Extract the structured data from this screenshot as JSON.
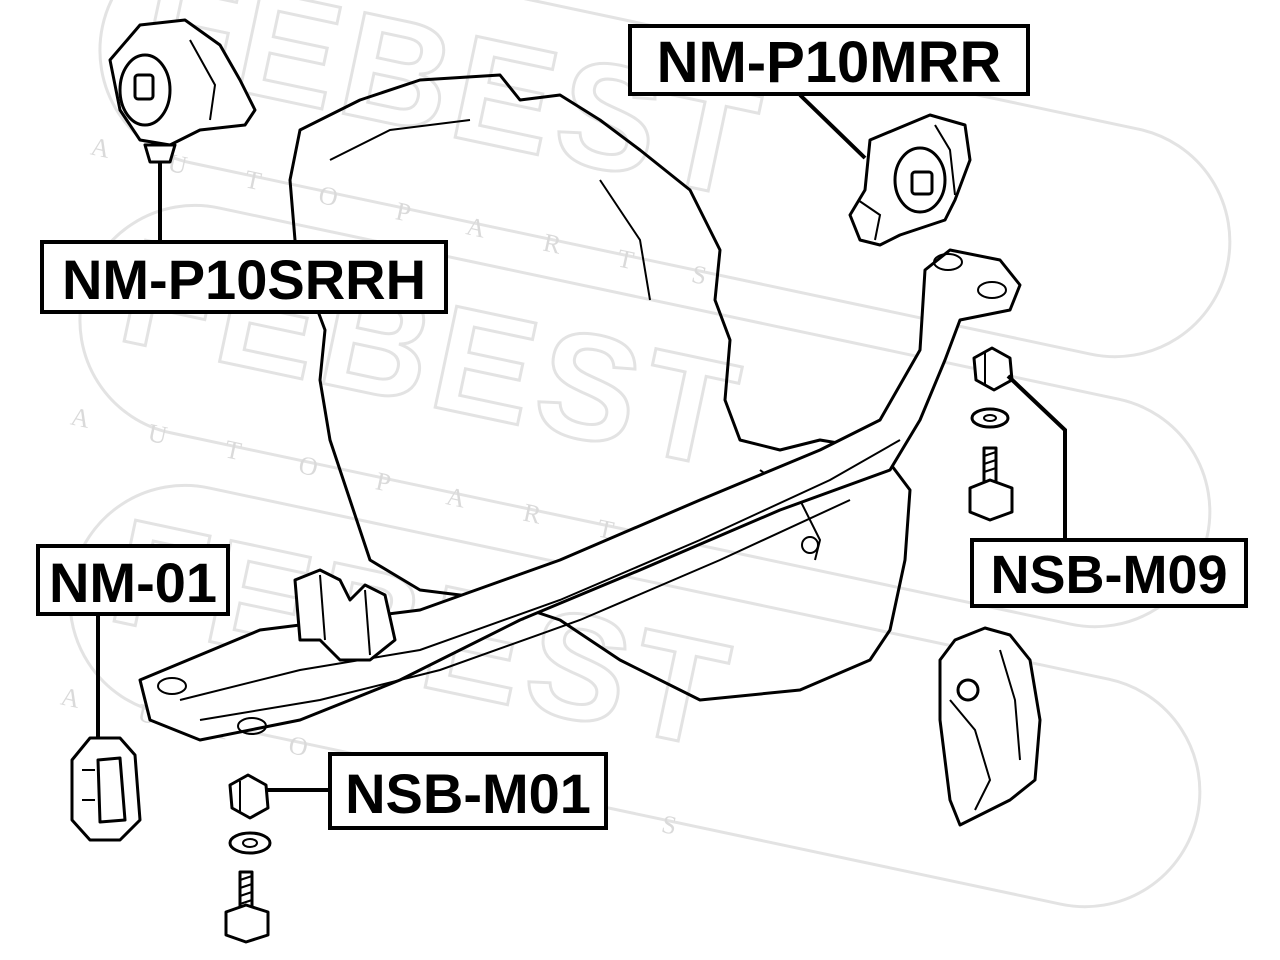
{
  "watermark": {
    "brand": "FEBEST",
    "tagline": "AUTOPARTS"
  },
  "parts": {
    "top_right": "NM-P10MRR",
    "top_left": "NM-P10SRRH",
    "mid_right": "NSB-M09",
    "mid_left": "NM-01",
    "bottom_center": "NSB-M01"
  },
  "colors": {
    "line": "#000000",
    "watermark": "#e3e3e3",
    "background": "#ffffff"
  }
}
